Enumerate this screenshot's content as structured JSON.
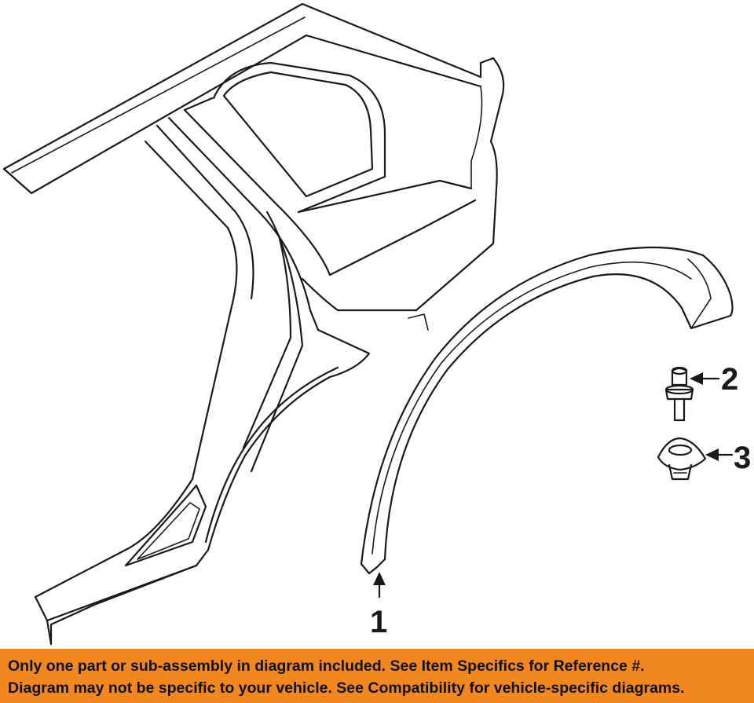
{
  "diagram": {
    "parts": [
      {
        "ref": "1",
        "name": "wheel-opening-molding"
      },
      {
        "ref": "2",
        "name": "push-pin-fastener"
      },
      {
        "ref": "3",
        "name": "retainer-clip"
      }
    ]
  },
  "disclaimer": {
    "line1": "Only one part or sub-assembly in diagram included. See Item Specifics for Reference #.",
    "line2": "Diagram may not be specific to your vehicle. See Compatibility for vehicle-specific diagrams.",
    "background_color": "#f0871f"
  }
}
